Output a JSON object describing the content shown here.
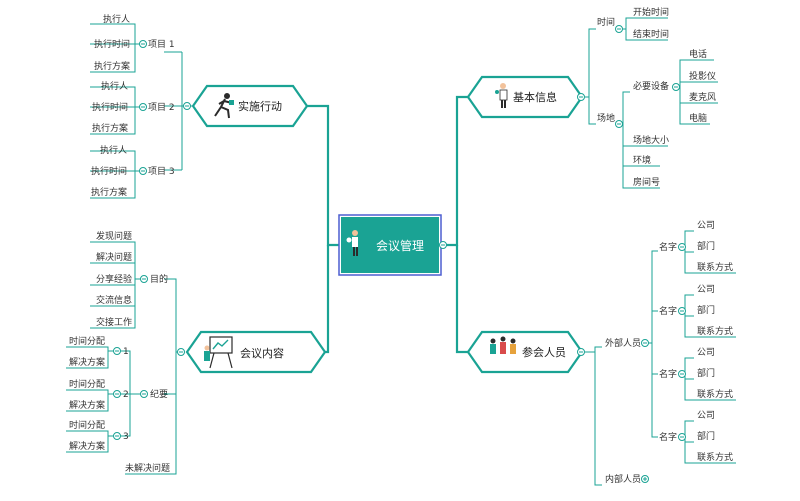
{
  "center": {
    "label": "会议管理"
  },
  "colors": {
    "accent": "#1aa394",
    "center_bg": "#1aa394",
    "center_border": "#4d5fd1"
  },
  "branches": {
    "action": {
      "label": "实施行动",
      "icon": "running-person-icon",
      "projects": [
        {
          "label": "项目 1",
          "items": [
            "执行人",
            "执行时间",
            "执行方案"
          ]
        },
        {
          "label": "项目 2",
          "items": [
            "执行人",
            "执行时间",
            "执行方案"
          ]
        },
        {
          "label": "项目 3",
          "items": [
            "执行人",
            "执行时间",
            "执行方案"
          ]
        }
      ]
    },
    "content": {
      "label": "会议内容",
      "icon": "presentation-board-icon",
      "goal": {
        "label": "目的",
        "items": [
          "发现问题",
          "解决问题",
          "分享经验",
          "交流信息",
          "交接工作"
        ]
      },
      "minutes": {
        "label": "纪要",
        "groups": [
          {
            "label": "1",
            "items": [
              "时间分配",
              "解决方案"
            ]
          },
          {
            "label": "2",
            "items": [
              "时间分配",
              "解决方案"
            ]
          },
          {
            "label": "3",
            "items": [
              "时间分配",
              "解决方案"
            ]
          }
        ]
      },
      "unresolved": "未解决问题"
    },
    "info": {
      "label": "基本信息",
      "icon": "speaker-person-icon",
      "time": {
        "label": "时间",
        "items": [
          "开始时间",
          "结束时间"
        ]
      },
      "venue": {
        "label": "场地",
        "equipment": {
          "label": "必要设备",
          "items": [
            "电话",
            "投影仪",
            "麦克风",
            "电脑"
          ]
        },
        "items": [
          "场地大小",
          "环境",
          "房间号"
        ]
      }
    },
    "people": {
      "label": "参会人员",
      "icon": "people-group-icon",
      "external": {
        "label": "外部人员",
        "names": [
          {
            "label": "名字",
            "items": [
              "公司",
              "部门",
              "联系方式"
            ]
          },
          {
            "label": "名字",
            "items": [
              "公司",
              "部门",
              "联系方式"
            ]
          },
          {
            "label": "名字",
            "items": [
              "公司",
              "部门",
              "联系方式"
            ]
          },
          {
            "label": "名字",
            "items": [
              "公司",
              "部门",
              "联系方式"
            ]
          }
        ]
      },
      "internal": {
        "label": "内部人员"
      }
    }
  }
}
